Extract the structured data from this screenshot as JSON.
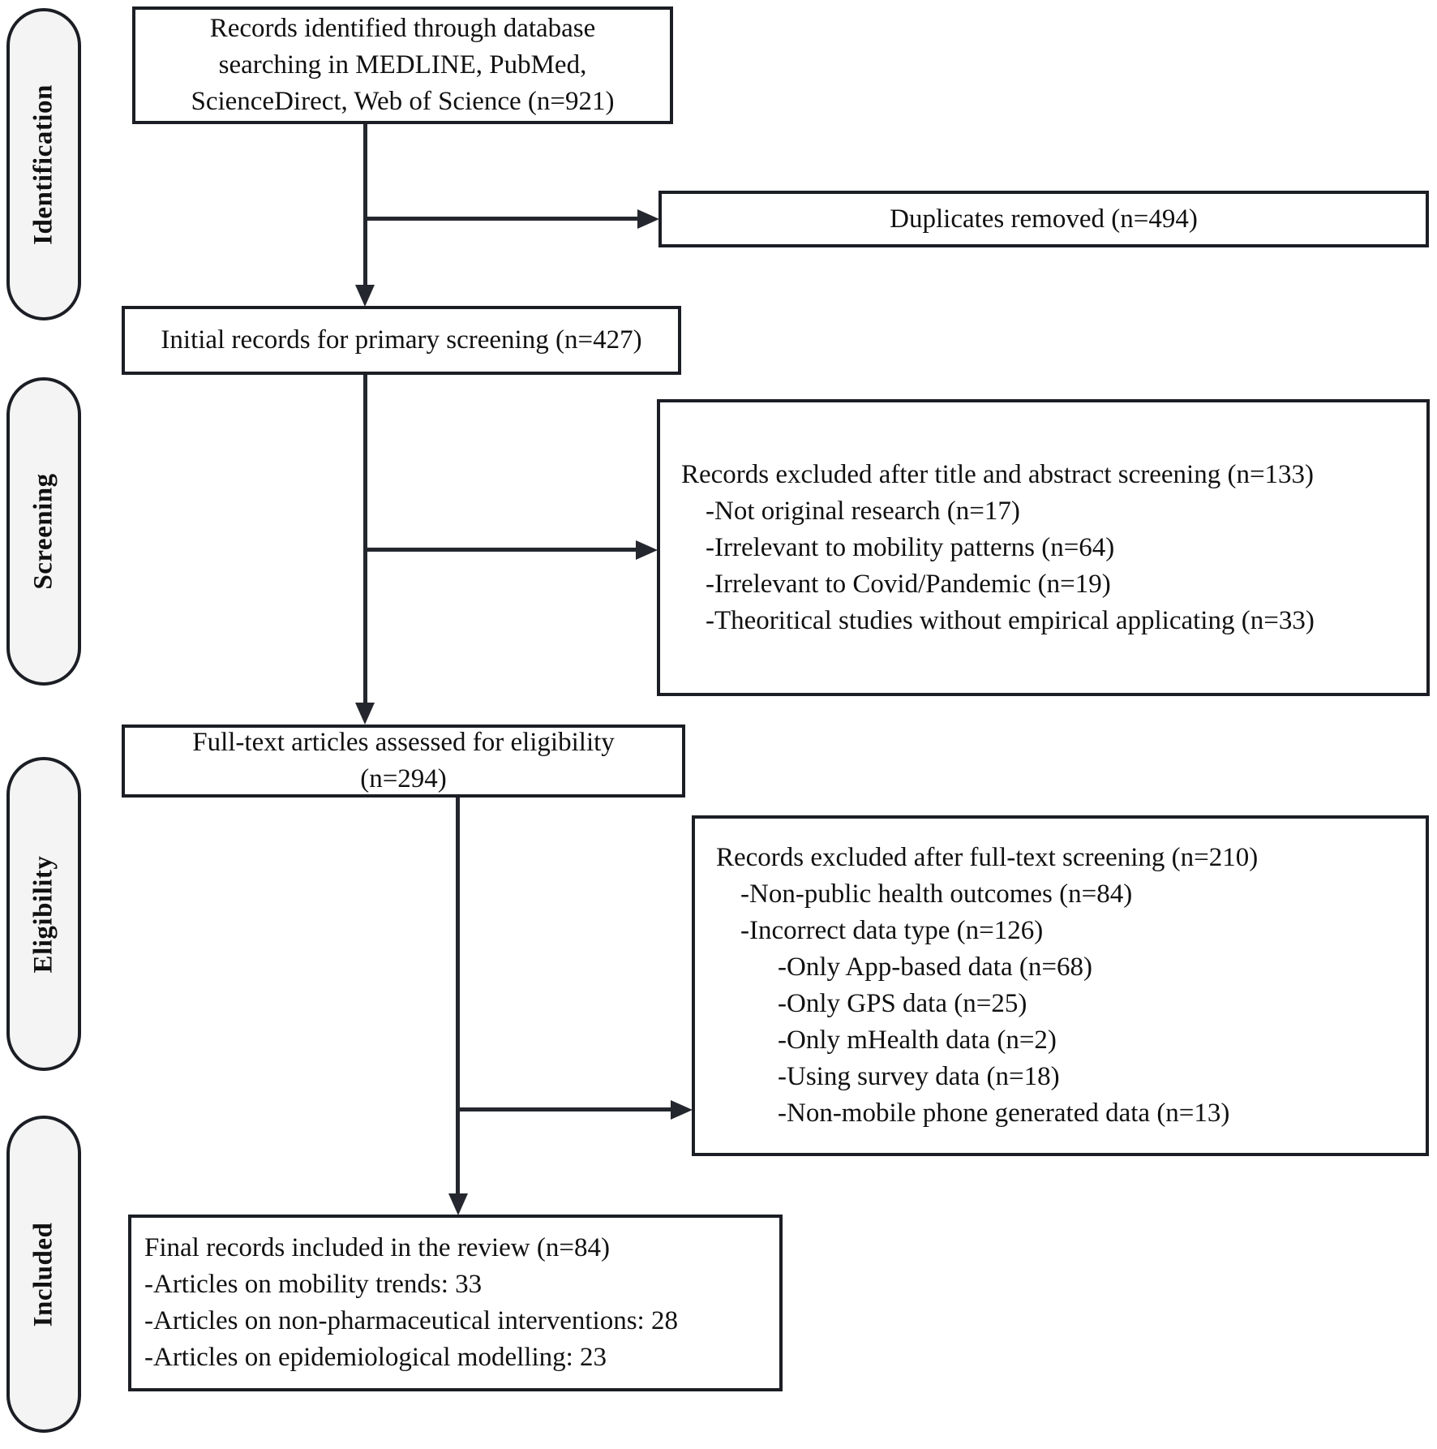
{
  "diagram": {
    "stages": [
      {
        "label": "Identification"
      },
      {
        "label": "Screening"
      },
      {
        "label": "Eligibility"
      },
      {
        "label": "Included"
      }
    ],
    "boxes": {
      "records_identified": "Records identified through database searching in MEDLINE, PubMed, ScienceDirect, Web of Science (n=921)",
      "duplicates_removed": "Duplicates removed (n=494)",
      "initial_records": "Initial records for primary screening (n=427)",
      "screening_excluded": {
        "title": "Records excluded after title and abstract screening (n=133)",
        "items": [
          "-Not original research (n=17)",
          "-Irrelevant to mobility patterns (n=64)",
          "-Irrelevant to Covid/Pandemic (n=19)",
          "-Theoritical studies without empirical applicating (n=33)"
        ]
      },
      "fulltext_assessed": "Full-text articles assessed for eligibility (n=294)",
      "fulltext_excluded": {
        "title": "Records excluded after full-text screening (n=210)",
        "items": [
          "-Non-public health outcomes (n=84)",
          "-Incorrect data type (n=126)",
          "-Only App-based data (n=68)",
          "-Only GPS data (n=25)",
          "-Only mHealth data (n=2)",
          "-Using survey data (n=18)",
          "-Non-mobile phone generated data (n=13)"
        ]
      },
      "final_included": {
        "title": "Final records included in the review (n=84)",
        "items": [
          "-Articles on mobility trends: 33",
          "-Articles on non-pharmaceutical interventions: 28",
          "-Articles on epidemiological modelling: 23"
        ]
      }
    },
    "colors": {
      "line": "#24272d",
      "border": "#1b1e24",
      "stage_bg": "#f4f4f4"
    }
  }
}
